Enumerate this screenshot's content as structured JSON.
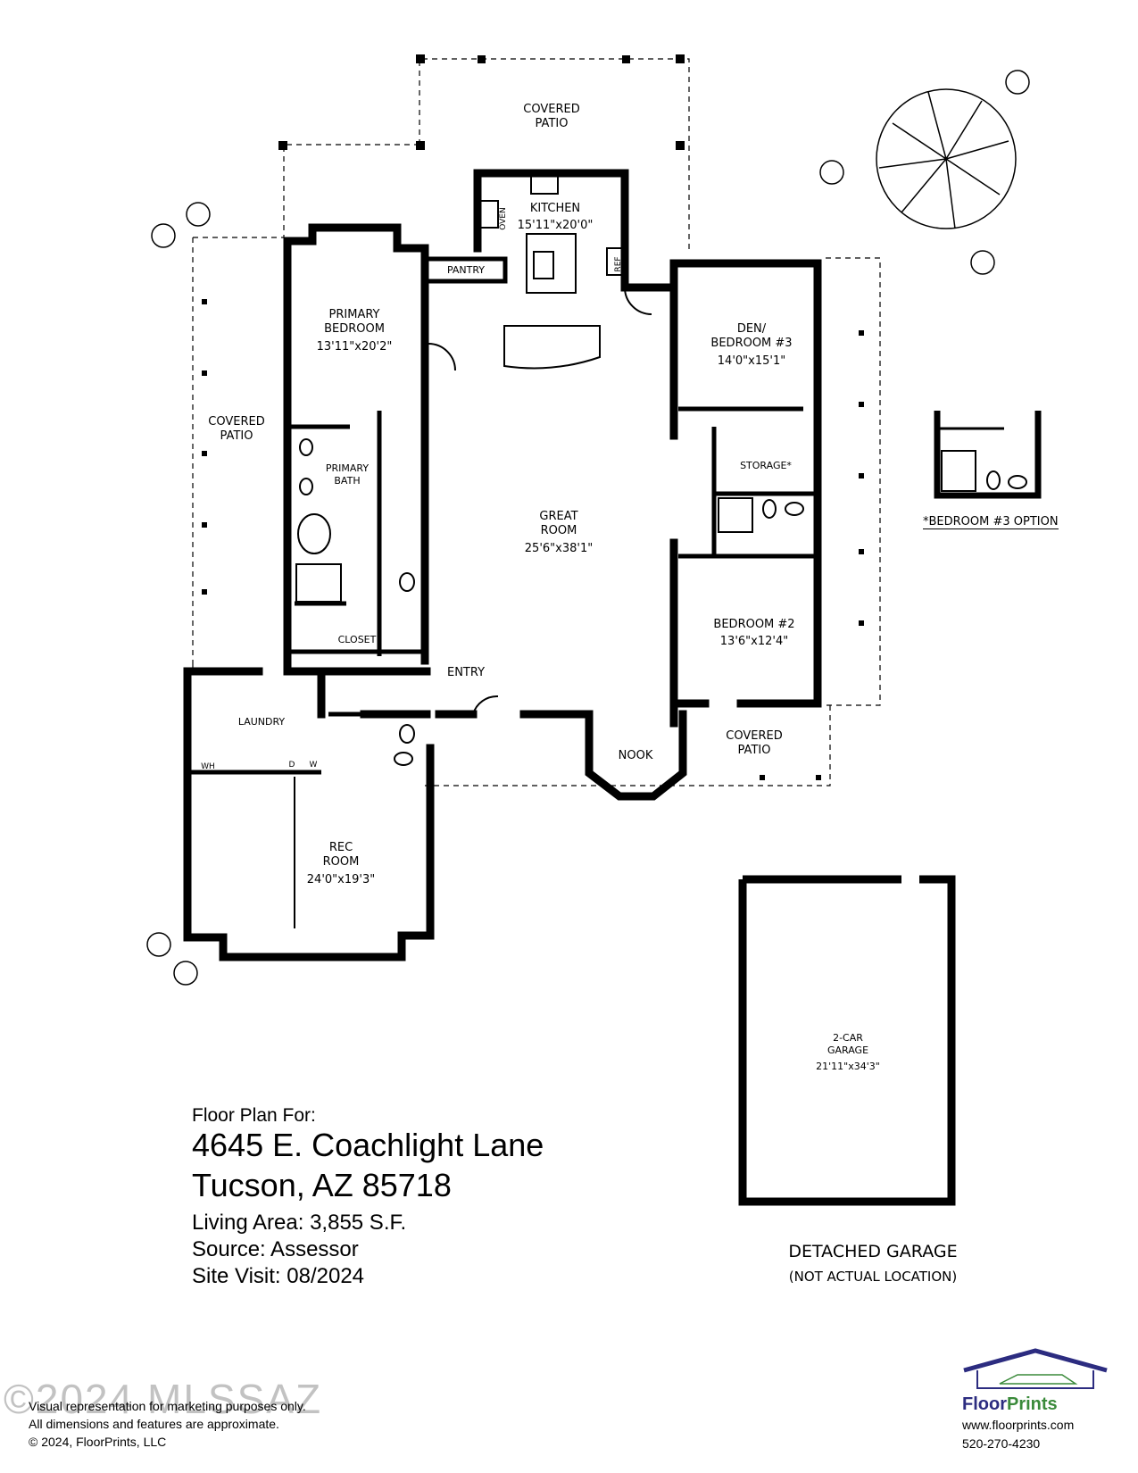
{
  "rooms": {
    "covered_patio_top": [
      "COVERED",
      "PATIO"
    ],
    "kitchen": {
      "name": "KITCHEN",
      "dims": "15'11\"x20'0\""
    },
    "oven": "OVEN",
    "ref": "REF",
    "pantry": "PANTRY",
    "primary_bedroom": {
      "name": [
        "PRIMARY",
        "BEDROOM"
      ],
      "dims": "13'11\"x20'2\""
    },
    "den": {
      "name": [
        "DEN/",
        "BEDROOM #3"
      ],
      "dims": "14'0\"x15'1\""
    },
    "covered_patio_left": [
      "COVERED",
      "PATIO"
    ],
    "primary_bath": [
      "PRIMARY",
      "BATH"
    ],
    "great_room": {
      "name": [
        "GREAT",
        "ROOM"
      ],
      "dims": "25'6\"x38'1\""
    },
    "storage": "STORAGE*",
    "bedroom2": {
      "name": "BEDROOM #2",
      "dims": "13'6\"x12'4\""
    },
    "closet": "CLOSET",
    "entry": "ENTRY",
    "laundry": "LAUNDRY",
    "covered_patio_right": [
      "COVERED",
      "PATIO"
    ],
    "nook": "NOOK",
    "wh": "WH",
    "d": "D",
    "w": "W",
    "rec_room": {
      "name": [
        "REC",
        "ROOM"
      ],
      "dims": "24'0\"x19'3\""
    },
    "garage": {
      "name": [
        "2-CAR",
        "GARAGE"
      ],
      "dims": "21'11\"x34'3\""
    }
  },
  "bedroom3_option_caption": "*BEDROOM #3 OPTION",
  "info": {
    "lead": "Floor Plan For:",
    "address_line1": "4645 E. Coachlight Lane",
    "address_line2": "Tucson, AZ  85718",
    "living_area": "Living Area:  3,855 S.F.",
    "source": "Source:  Assessor",
    "site_visit": "Site Visit:  08/2024"
  },
  "garage_caption": {
    "title": "DETACHED GARAGE",
    "subtitle": "(NOT ACTUAL LOCATION)"
  },
  "footer": {
    "line1": "Visual representation for marketing purposes only.",
    "line2": "All dimensions and features are approximate.",
    "line3": "© 2024, FloorPrints, LLC"
  },
  "watermark": "©2024 MLSSAZ",
  "brand": {
    "name_a": "Floor",
    "name_b": "Prints",
    "website": "www.floorprints.com",
    "phone": "520-270-4230",
    "colors": {
      "roof": "#2c2c80",
      "accent": "#3a8a3a"
    }
  }
}
